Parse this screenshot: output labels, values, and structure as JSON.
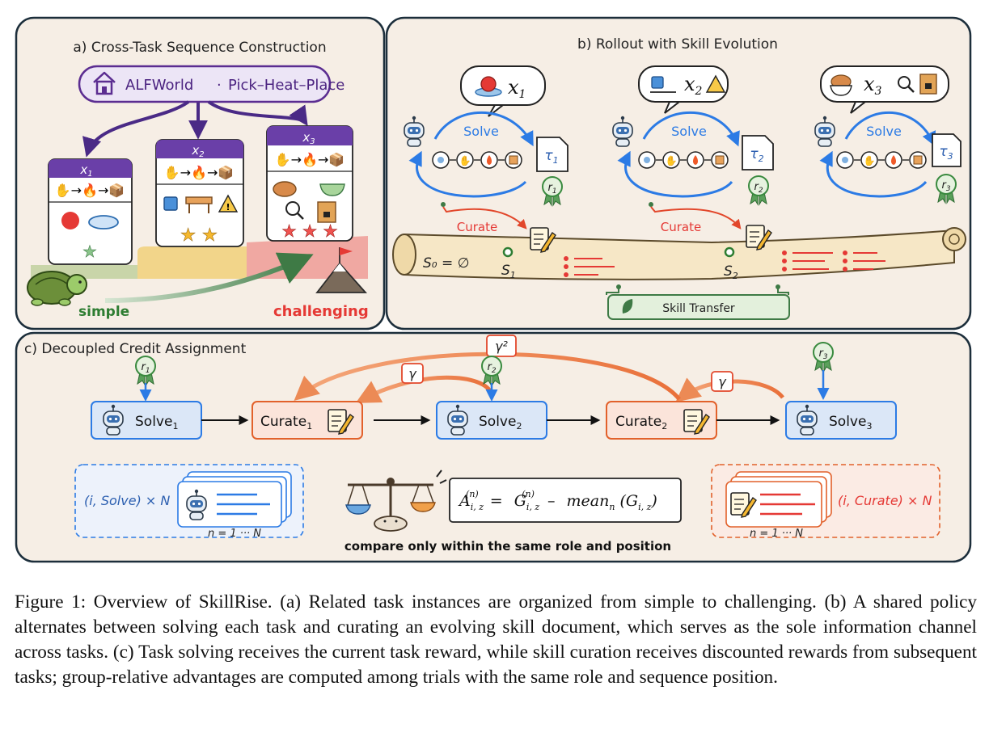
{
  "panel_a": {
    "title": "a) Cross-Task Sequence Construction",
    "env_label": "ALFWorld",
    "env_sep": "·",
    "task_label": "Pick–Heat–Place",
    "cards": [
      {
        "x_sub": "1",
        "difficulty_stars": 1
      },
      {
        "x_sub": "2",
        "difficulty_stars": 2
      },
      {
        "x_sub": "3",
        "difficulty_stars": 3
      }
    ],
    "simple_label": "simple",
    "challenging_label": "challenging"
  },
  "panel_b": {
    "title": "b)   Rollout with Skill Evolution",
    "solve_label": "Solve",
    "curate_label": "Curate",
    "tasks": [
      {
        "x": "x",
        "x_sub": "1",
        "tau_sub": "1",
        "r_sub": "1"
      },
      {
        "x": "x",
        "x_sub": "2",
        "tau_sub": "2",
        "r_sub": "2"
      },
      {
        "x": "x",
        "x_sub": "3",
        "tau_sub": "3",
        "r_sub": "3"
      }
    ],
    "s0_label": "S₀ = ∅",
    "s1_label": "S",
    "s1_sub": "1",
    "s2_label": "S",
    "s2_sub": "2",
    "skill_transfer_label": "Skill Transfer"
  },
  "panel_c": {
    "title": "c) Decoupled Credit Assignment",
    "nodes": [
      {
        "label": "Solve",
        "sub": "1",
        "role": "solve"
      },
      {
        "label": "Curate",
        "sub": "1",
        "role": "curate"
      },
      {
        "label": "Solve",
        "sub": "2",
        "role": "solve"
      },
      {
        "label": "Curate",
        "sub": "2",
        "role": "curate"
      },
      {
        "label": "Solve",
        "sub": "3",
        "role": "solve"
      }
    ],
    "rewards": [
      "1",
      "2",
      "3"
    ],
    "gamma_label": "γ",
    "gamma2_label": "γ²",
    "solve_group_label": "(i, Solve) × N",
    "curate_group_label": "(i, Curate) × N",
    "n_range_label": "n = 1 ··· N",
    "formula": {
      "lhs": "A",
      "lhs_sub": "i, z",
      "lhs_sup": "(n)",
      "eq": "=",
      "g": "G",
      "g_sub": "i, z",
      "g_sup": "(n)",
      "minus": "–",
      "mean": "mean",
      "mean_sub": "n",
      "mean_arg": "(G",
      "mean_arg_sub": "i, z",
      "mean_close": ")"
    },
    "compare_label": "compare only within the same role and position"
  },
  "caption": "Figure 1: Overview of SkillRise. (a) Related task instances are organized from simple to challenging. (b) A shared policy alternates between solving each task and curating an evolving skill document, which serves as the sole information channel across tasks. (c) Task solving receives the current task reward, while skill curation receives discounted rewards from subsequent tasks; group-relative advantages are computed among trials with the same role and sequence position.",
  "colors": {
    "panel_bg": "#f6eee5",
    "panel_border": "#1c2e3b",
    "purple": "#5b2d91",
    "purple_light": "#ece5f6",
    "blue": "#2c7be5",
    "solve_fill": "#dbe7f7",
    "curate_fill": "#fbe4da",
    "orange": "#e2612b",
    "red": "#e53935",
    "green": "#2e7d32",
    "scroll": "#f6e7c6"
  }
}
